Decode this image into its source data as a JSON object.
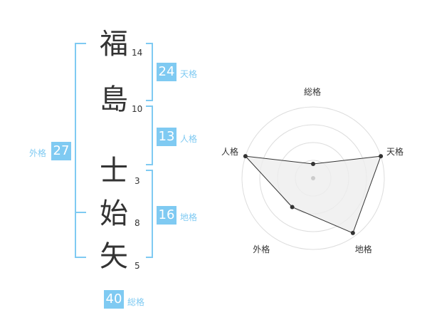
{
  "name": {
    "chars": [
      {
        "char": "福",
        "strokes": "14"
      },
      {
        "char": "島",
        "strokes": "10"
      },
      {
        "char": "士",
        "strokes": "3"
      },
      {
        "char": "始",
        "strokes": "8"
      },
      {
        "char": "矢",
        "strokes": "5"
      }
    ]
  },
  "kaku": {
    "tenkaku": {
      "value": "24",
      "label": "天格"
    },
    "jinkaku": {
      "value": "13",
      "label": "人格"
    },
    "chikaku": {
      "value": "16",
      "label": "地格"
    },
    "gaikaku": {
      "value": "27",
      "label": "外格"
    },
    "soukaku": {
      "value": "40",
      "label": "総格"
    }
  },
  "colors": {
    "accent": "#7fcaf2",
    "text": "#333333",
    "grid": "#dddddd",
    "fill": "#eeeeee"
  },
  "chart_data": {
    "type": "radar",
    "axes": [
      "総格",
      "天格",
      "地格",
      "外格",
      "人格"
    ],
    "levels": 4,
    "values": [
      0.2,
      1.0,
      0.95,
      0.5,
      1.0
    ],
    "grid": true
  }
}
